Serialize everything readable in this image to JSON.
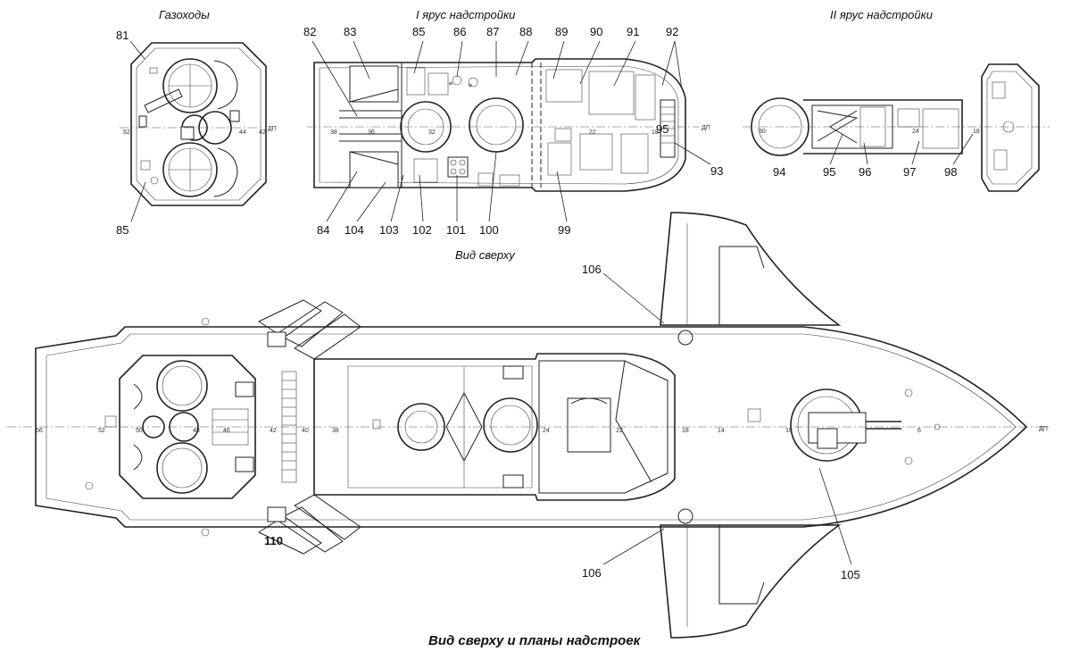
{
  "titles": {
    "gas_ducts": "Газоходы",
    "tier1": "I ярус надстройки",
    "tier2": "II ярус надстройки",
    "top_view": "Вид сверху",
    "caption": "Вид сверху и планы надстроек",
    "dp": "ДП"
  },
  "callouts": {
    "c81": "81",
    "c82": "82",
    "c83": "83",
    "c85a": "85",
    "c85b": "85",
    "c86": "86",
    "c87": "87",
    "c88": "88",
    "c89": "89",
    "c90": "90",
    "c91": "91",
    "c92": "92",
    "c93": "93",
    "c94": "94",
    "c95": "95",
    "c96": "96",
    "c97": "97",
    "c98": "98",
    "c99": "99",
    "c100": "100",
    "c101": "101",
    "c102": "102",
    "c103": "103",
    "c104": "104",
    "c84": "84",
    "c105": "105",
    "c106a": "106",
    "c106b": "106",
    "c110": "110"
  },
  "frames": {
    "f52": "52",
    "f50": "50",
    "f48": "48",
    "f46": "46",
    "f44": "44",
    "f42": "42",
    "f40": "40",
    "f38": "38",
    "f36": "36",
    "f32": "32",
    "f30": "30",
    "f24": "24",
    "f22": "22",
    "f18": "18",
    "f14": "14",
    "f10": "10",
    "f6": "6",
    "f56": "56"
  }
}
